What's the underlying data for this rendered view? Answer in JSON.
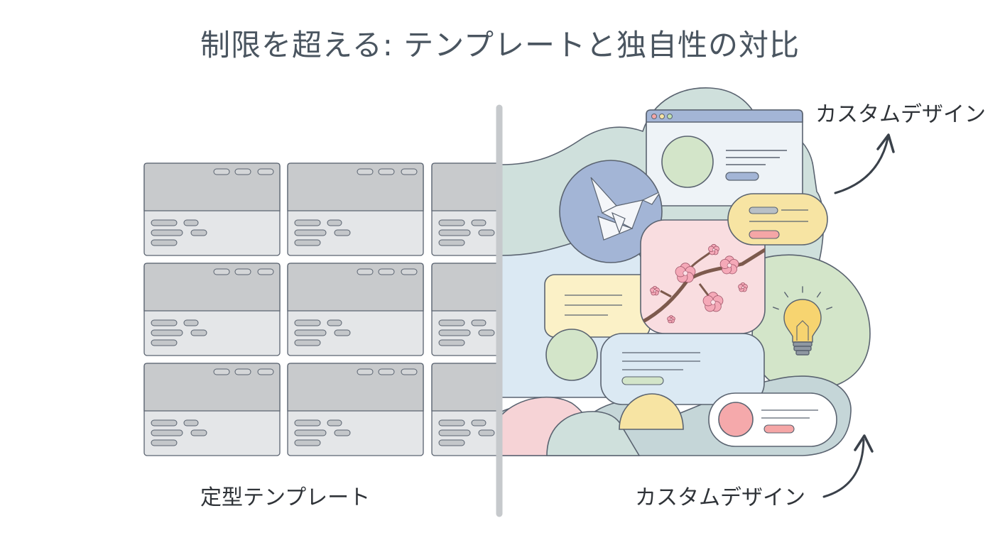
{
  "title": "制限を超える: テンプレートと独自性の対比",
  "labels": {
    "template": "定型テンプレート",
    "custom_top": "カスタムデザイン",
    "custom_bottom": "カスタムデザイン"
  },
  "icons": [
    "origami-crane-icon",
    "cherry-blossom-icon",
    "lightbulb-icon",
    "browser-window-icon",
    "arrow-icon"
  ],
  "colors": {
    "template_header": "#c8cacc",
    "template_body": "#e4e6e8",
    "divider": "#c6c9cc",
    "outline": "#5a6370",
    "blue": "#a3b5d6",
    "green": "#d3e5c9",
    "yellow": "#f7e4a3",
    "pink": "#f6d3d6",
    "light_blue": "#dbe9f3",
    "teal": "#cfe0dc",
    "slate": "#c5d6d8"
  }
}
